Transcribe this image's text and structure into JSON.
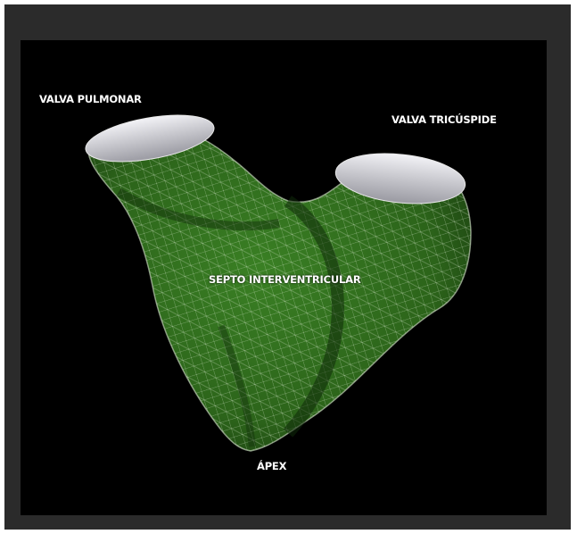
{
  "labels": {
    "pulmonary_valve": "VALVA PULMONAR",
    "tricuspid_valve": "VALVA TRICÚSPIDE",
    "septum": "SEPTO INTERVENTRICULAR",
    "apex": "ÁPEX"
  },
  "colors": {
    "outer_frame": "#2b2b2b",
    "background": "#000000",
    "myocardium": "#2f6b1c",
    "mesh": "#d8e8d0",
    "valve": "#c9c9cf",
    "label_text": "#ffffff"
  }
}
